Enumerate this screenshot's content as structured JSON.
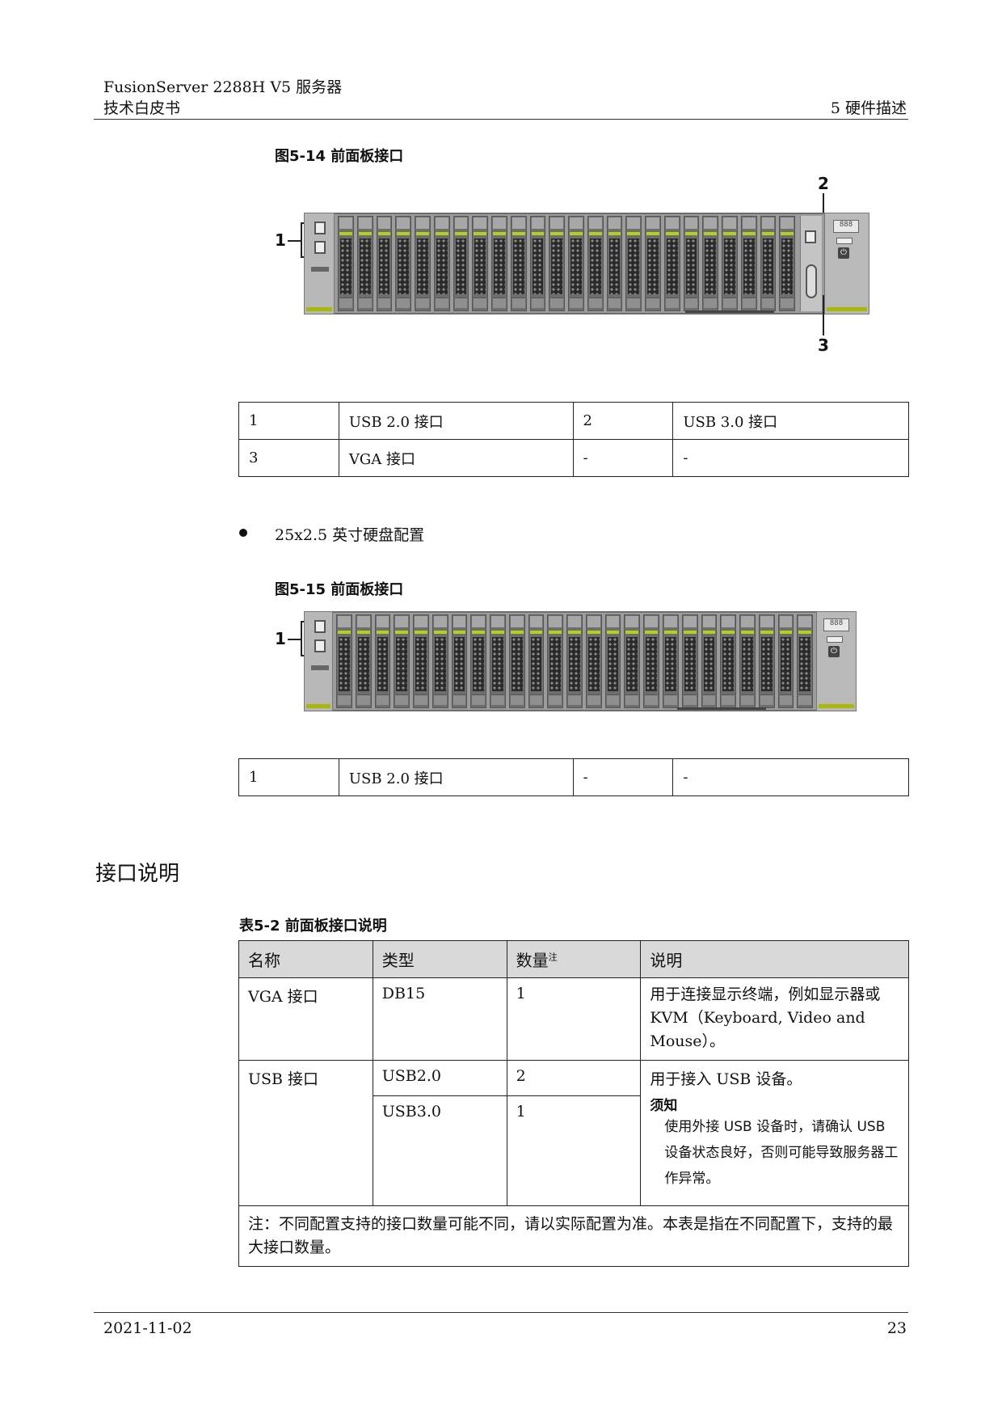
{
  "header": {
    "product": "FusionServer 2288H V5 服务器",
    "doc_type": "技术白皮书",
    "chapter": "5 硬件描述"
  },
  "figure1": {
    "caption": "图5-14 前面板接口",
    "callouts": [
      "1",
      "2",
      "3"
    ],
    "legend_rows": [
      [
        "1",
        "USB 2.0 接口",
        "2",
        "USB 3.0 接口"
      ],
      [
        "3",
        "VGA 接口",
        "-",
        "-"
      ]
    ]
  },
  "bullet": "25x2.5 英寸硬盘配置",
  "figure2": {
    "caption": "图5-15 前面板接口",
    "callouts": [
      "1"
    ],
    "legend_rows": [
      [
        "1",
        "USB 2.0 接口",
        "-",
        "-"
      ]
    ]
  },
  "section_title": "接口说明",
  "table": {
    "caption": "表5-2 前面板接口说明",
    "headers": [
      "名称",
      "类型",
      "数量",
      "说明"
    ],
    "header_note_mark": "注",
    "vga_row": {
      "name": "VGA 接口",
      "type": "DB15",
      "count": "1",
      "desc": "用于连接显示终端，例如显示器或 KVM（Keyboard, Video and Mouse）。"
    },
    "usb_row": {
      "name": "USB 接口",
      "type1": "USB2.0",
      "count1": "2",
      "type2": "USB3.0",
      "count2": "1",
      "desc": "用于接入 USB 设备。",
      "notice_title": "须知",
      "notice_text": "使用外接 USB 设备时，请确认 USB 设备状态良好，否则可能导致服务器工作异常。"
    },
    "footnote": "注：不同配置支持的接口数量可能不同，请以实际配置为准。本表是指在不同配置下，支持的最大接口数量。"
  },
  "footer": {
    "date": "2021-11-02",
    "page": "23"
  }
}
